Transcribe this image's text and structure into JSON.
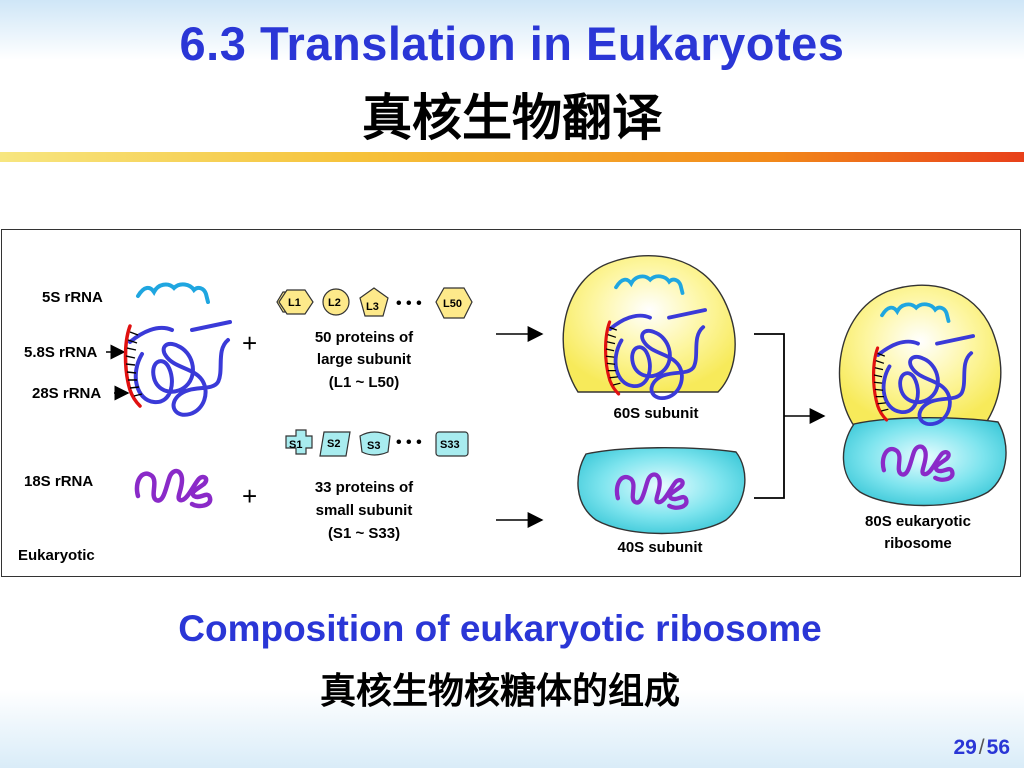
{
  "header": {
    "title_en": "6.3  Translation in Eukaryotes",
    "title_zh": "真核生物翻译"
  },
  "diagram": {
    "rrna_labels": {
      "r5s": "5S rRNA",
      "r58s": "5.8S rRNA",
      "r28s": "28S rRNA",
      "r18s": "18S rRNA"
    },
    "organism_label": "Eukaryotic",
    "plus_sign": "+",
    "large_proteins": {
      "chips": [
        "L1",
        "L2",
        "L3",
        "L50"
      ],
      "ellipsis": "• • •",
      "desc_lines": [
        "50 proteins of",
        "large subunit",
        "(L1 ~ L50)"
      ]
    },
    "small_proteins": {
      "chips": [
        "S1",
        "S2",
        "S3",
        "S33"
      ],
      "ellipsis": "• • •",
      "desc_lines": [
        "33 proteins of",
        "small subunit",
        "(S1 ~ S33)"
      ]
    },
    "subunit_60s_label": "60S subunit",
    "subunit_40s_label": "40S subunit",
    "ribosome_label_lines": [
      "80S eukaryotic",
      "ribosome"
    ],
    "colors": {
      "rrna_5s": "#1fa6e0",
      "rrna_28s": "#3a3ad8",
      "rrna_18s": "#8a2ac8",
      "rrna_58s": "#e01010",
      "large_subunit_fill": "#fdf6a0",
      "small_subunit_fill": "#7de4ee",
      "protein_chip_fill": "#fde98a",
      "small_chip_fill": "#a8ecef"
    }
  },
  "caption": {
    "en": "Composition of eukaryotic ribosome",
    "zh": "真核生物核糖体的组成"
  },
  "pagination": {
    "current": "29",
    "separator": "/",
    "total": "56"
  }
}
